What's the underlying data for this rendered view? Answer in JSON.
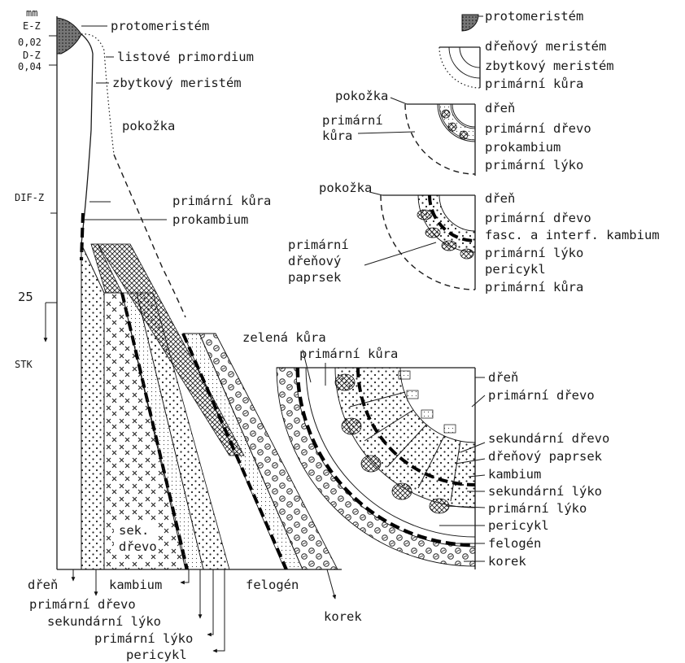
{
  "axis": {
    "unit": "mm",
    "tick_ez": "E-Z",
    "tick_002": "0,02",
    "tick_dz": "D-Z",
    "tick_004": "0,04",
    "tick_difz": "DIF-Z",
    "tick_25": "25",
    "tick_stk": "STK"
  },
  "longitudinal": {
    "protomeristem": "protomeristém",
    "leaf_primordium": "listové primordium",
    "residual_meristem": "zbytkový meristém",
    "epidermis": "pokožka",
    "primary_cortex": "primární kůra",
    "procambium": "prokambium",
    "sec_wood_a": "sek.",
    "sec_wood_b": "dřevo",
    "bottom_pith": "dřeň",
    "bottom_cambium": "kambium",
    "bottom_phellogen": "felogén",
    "bottom_primary_xylem": "primární dřevo",
    "bottom_secondary_phloem": "sekundární lýko",
    "bottom_primary_phloem": "primární lýko",
    "bottom_pericycle": "pericykl",
    "bottom_cork": "korek"
  },
  "cross1": {
    "protomeristem": "protomeristém",
    "pith_meristem": "dřeňový meristém",
    "residual_meristem": "zbytkový meristém",
    "primary_cortex": "primární kůra"
  },
  "cross2": {
    "epidermis": "pokožka",
    "cortex_a": "primární",
    "cortex_b": "kůra",
    "pith": "dřeň",
    "primary_xylem": "primární dřevo",
    "procambium": "prokambium",
    "primary_phloem": "primární lýko"
  },
  "cross3": {
    "epidermis": "pokožka",
    "ray_a": "primární",
    "ray_b": "dřeňový",
    "ray_c": "paprsek",
    "pith": "dřeň",
    "primary_xylem": "primární dřevo",
    "cambium": "fasc. a interf. kambium",
    "primary_phloem": "primární lýko",
    "pericycle": "pericykl",
    "primary_cortex": "primární kůra"
  },
  "cross4": {
    "green_bark": "zelená kůra",
    "primary_cortex": "primární kůra",
    "pith": "dřeň",
    "primary_xylem": "primární dřevo",
    "secondary_xylem": "sekundární dřevo",
    "pith_ray": "dřeňový paprsek",
    "cambium": "kambium",
    "secondary_phloem": "sekundární lýko",
    "primary_phloem": "primární lýko",
    "pericycle": "pericykl",
    "phellogen": "felogén",
    "cork": "korek"
  }
}
